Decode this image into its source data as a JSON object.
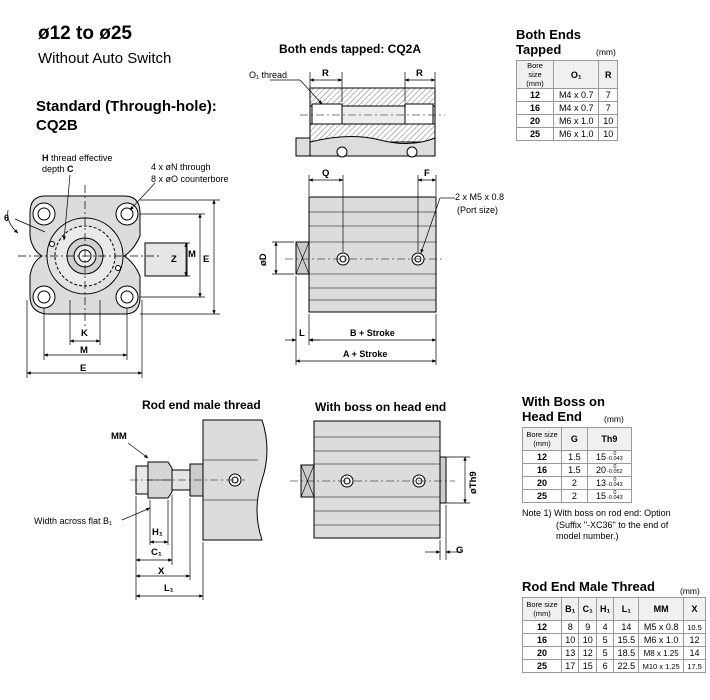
{
  "title": "ø12 to ø25",
  "subtitle": "Without Auto Switch",
  "standard": {
    "heading_line1": "Standard (Through-hole):",
    "heading_line2": "CQ2B"
  },
  "front_labels": {
    "h_thread_line1_bold": "H",
    "h_thread_line1": " thread effective",
    "h_thread_line2": "depth ",
    "h_thread_line2_bold": "C",
    "through_line1": "4 x øN through",
    "through_line2": "8 x øO counterbore",
    "theta": "θ",
    "Z": "Z",
    "M_vert": "M",
    "E_vert": "E",
    "K": "K",
    "M": "M",
    "E": "E"
  },
  "tapped": {
    "heading": "Both ends tapped: CQ2A",
    "o1": "O₁ thread",
    "R_left": "R",
    "R_right": "R"
  },
  "side_labels": {
    "Q": "Q",
    "F": "F",
    "port1": "2 x M5 x 0.8",
    "port2": "(Port size)",
    "D": "øD",
    "L": "L",
    "B": "B + Stroke",
    "A": "A + Stroke"
  },
  "rod_end": {
    "heading": "Rod end male thread",
    "MM": "MM",
    "width_flat": "Width across flat B₁",
    "H1": "H₁",
    "C1": "C₁",
    "X": "X",
    "L1": "L₁"
  },
  "boss_head": {
    "heading": "With boss on head end",
    "Th9": "øTh9",
    "G": "G"
  },
  "table_tapped": {
    "title_line1": "Both Ends",
    "title_line2": "Tapped",
    "unit": "(mm)",
    "headers": [
      "Bore size (mm)",
      "O₁",
      "R"
    ],
    "rows": [
      [
        "12",
        "M4 x 0.7",
        "7"
      ],
      [
        "16",
        "M4 x 0.7",
        "7"
      ],
      [
        "20",
        "M6 x 1.0",
        "10"
      ],
      [
        "25",
        "M6 x 1.0",
        "10"
      ]
    ]
  },
  "table_boss": {
    "title_line1": "With Boss on",
    "title_line2": "Head End",
    "unit": "(mm)",
    "headers": [
      "Bore size (mm)",
      "G",
      "Th9"
    ],
    "rows": [
      [
        "12",
        "1.5",
        "15",
        "0",
        "-0.043"
      ],
      [
        "16",
        "1.5",
        "20",
        "0",
        "-0.052"
      ],
      [
        "20",
        "2",
        "13",
        "0",
        "-0.043"
      ],
      [
        "25",
        "2",
        "15",
        "0",
        "-0.043"
      ]
    ],
    "note_line1": "Note 1) With boss on rod end: Option",
    "note_line2": "(Suffix \"-XC36\" to the end of",
    "note_line3": "model number.)"
  },
  "table_rod": {
    "title": "Rod End Male Thread",
    "unit": "(mm)",
    "headers": [
      "Bore size (mm)",
      "B₁",
      "C₁",
      "H₁",
      "L₁",
      "MM",
      "X"
    ],
    "rows": [
      [
        "12",
        "8",
        "9",
        "4",
        "14",
        "M5 x 0.8",
        "10.5"
      ],
      [
        "16",
        "10",
        "10",
        "5",
        "15.5",
        "M6 x 1.0",
        "12"
      ],
      [
        "20",
        "13",
        "12",
        "5",
        "18.5",
        "M8 x 1.25",
        "14"
      ],
      [
        "25",
        "17",
        "15",
        "6",
        "22.5",
        "M10 x 1.25",
        "17.5"
      ]
    ]
  }
}
